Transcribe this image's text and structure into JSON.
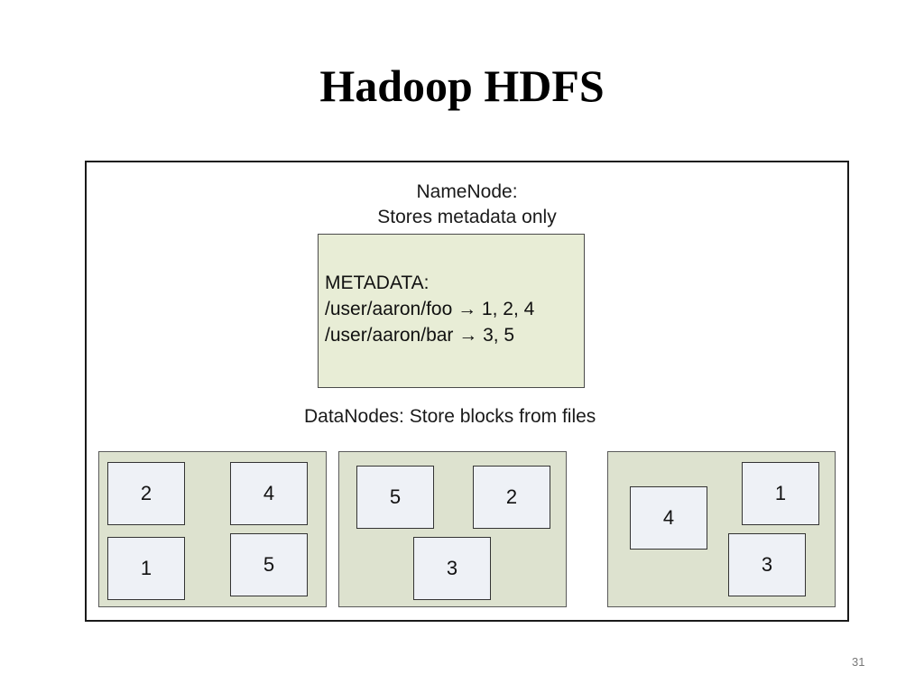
{
  "title": "Hadoop HDFS",
  "namenode": {
    "caption_line1": "NameNode:",
    "caption_line2": "Stores metadata only",
    "metadata_header": "METADATA:",
    "entries": [
      "/user/aaron/foo → 1, 2, 4",
      "/user/aaron/bar → 3, 5"
    ]
  },
  "datanodes": {
    "caption": "DataNodes: Store blocks from files",
    "nodes": [
      {
        "blocks": [
          "2",
          "4",
          "1",
          "5"
        ]
      },
      {
        "blocks": [
          "5",
          "2",
          "3"
        ]
      },
      {
        "blocks": [
          "4",
          "1",
          "3"
        ]
      }
    ]
  },
  "page_number": "31",
  "colors": {
    "metadata_fill": "#e8edd6",
    "datanode_fill": "#dde2cf",
    "block_fill": "#eef1f6"
  }
}
